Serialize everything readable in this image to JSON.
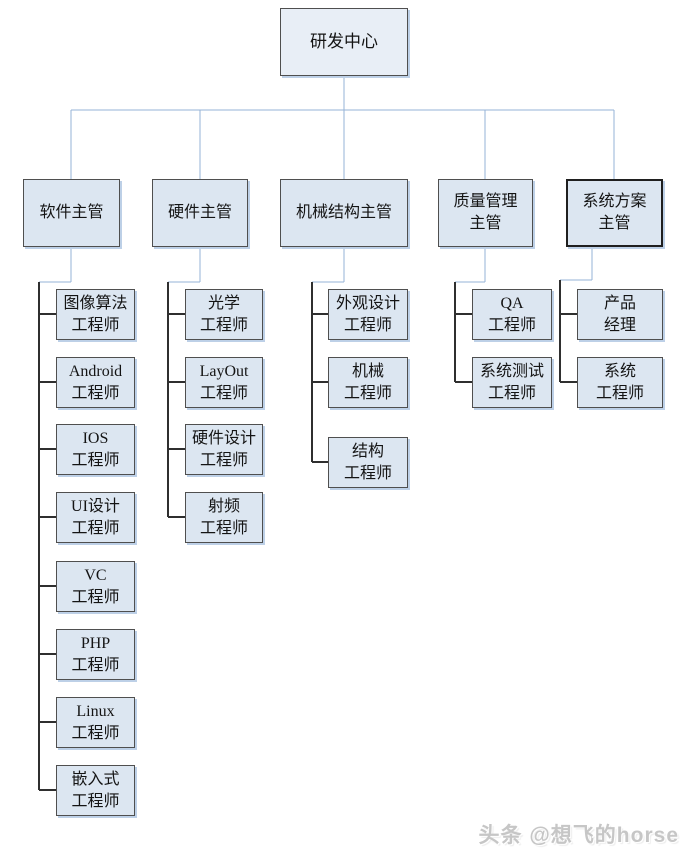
{
  "root": {
    "label": "研发中心"
  },
  "columns": [
    {
      "supervisor": "软件主管",
      "children": [
        "图像算法\n工程师",
        "Android\n工程师",
        "IOS\n工程师",
        "UI设计\n工程师",
        "VC\n工程师",
        "PHP\n工程师",
        "Linux\n工程师",
        "嵌入式\n工程师"
      ]
    },
    {
      "supervisor": "硬件主管",
      "children": [
        "光学\n工程师",
        "LayOut\n工程师",
        "硬件设计\n工程师",
        "射频\n工程师"
      ]
    },
    {
      "supervisor": "机械结构主管",
      "children": [
        "外观设计\n工程师",
        "机械\n工程师",
        "结构\n工程师"
      ]
    },
    {
      "supervisor": "质量管理\n主管",
      "children": [
        "QA\n工程师",
        "系统测试\n工程师"
      ]
    },
    {
      "supervisor": "系统方案\n主管",
      "children": [
        "产品\n经理",
        "系统\n工程师"
      ]
    }
  ],
  "watermark": "头条 @想飞的horse",
  "colors": {
    "box_fill": "#dce6f1",
    "root_fill": "#e8eef6",
    "box_border": "#4f4f4f",
    "box_shadow": "#bdd0e7",
    "connector_light": "#95b3d7",
    "connector_dark": "#2f2f2f",
    "text_color": "#141414",
    "watermark_color": "#c6c6c6"
  }
}
